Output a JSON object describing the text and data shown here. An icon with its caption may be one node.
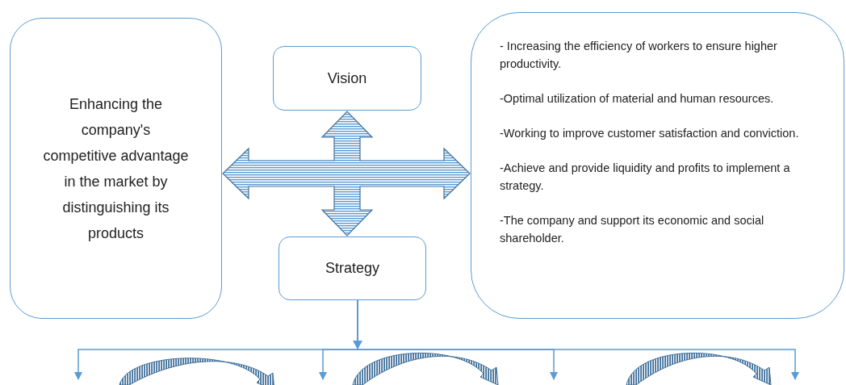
{
  "diagram": {
    "nodes": [
      {
        "text": [
          "Enhancing the company's competitive advantage in the market by distinguishing its products"
        ]
      },
      {
        "text": [
          "Vision"
        ]
      },
      {
        "text": [
          "Strategy"
        ]
      },
      {
        "text": [
          "- Increasing the efficiency of workers to ensure higher productivity.",
          "-Optimal utilization of material and human resources.",
          "-Working to improve customer satisfaction and conviction.",
          "-Achieve and provide  liquidity and profits to implement a strategy.",
          "-The company and support its economic and social shareholder."
        ]
      }
    ],
    "edges": [
      {
        "from": 1,
        "to": 2,
        "arrow": "both",
        "style": "thick"
      },
      {
        "from": 0,
        "to": 3,
        "arrow": "both",
        "style": "thick"
      },
      {
        "from": 2,
        "to": null,
        "arrow": "to"
      },
      {
        "from": 2,
        "to": null,
        "arrow": "to"
      },
      {
        "from": 2,
        "to": null,
        "arrow": "to"
      },
      {
        "from": 2,
        "to": null,
        "arrow": "to"
      }
    ]
  }
}
